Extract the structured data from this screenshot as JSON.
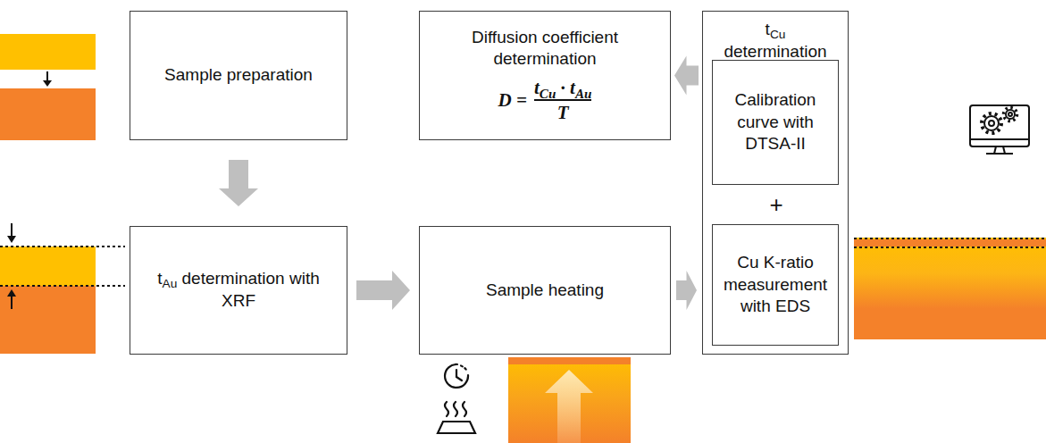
{
  "diagram": {
    "nodes": [
      {
        "text": [
          "Sample preparation"
        ]
      },
      {
        "text": [
          "Diffusion coefficient determination",
          "D =",
          "tCu · tAu",
          "T"
        ]
      },
      {
        "text": [
          "tCu determination"
        ]
      },
      {
        "text": [
          "Calibration curve with DTSA-II"
        ],
        "in": 2
      },
      {
        "text": [
          "Cu K-ratio measurement with EDS"
        ],
        "in": 2
      },
      {
        "text": [
          "tAu determination with XRF"
        ]
      },
      {
        "text": [
          "Sample heating"
        ]
      }
    ],
    "edges": [
      {
        "from": 0,
        "to": 5,
        "arrow": "to"
      },
      {
        "from": 5,
        "to": 6,
        "arrow": "to"
      },
      {
        "from": 6,
        "to": 2,
        "arrow": "to"
      },
      {
        "from": 2,
        "to": 1,
        "arrow": "to"
      }
    ],
    "labels": [
      "+"
    ]
  }
}
